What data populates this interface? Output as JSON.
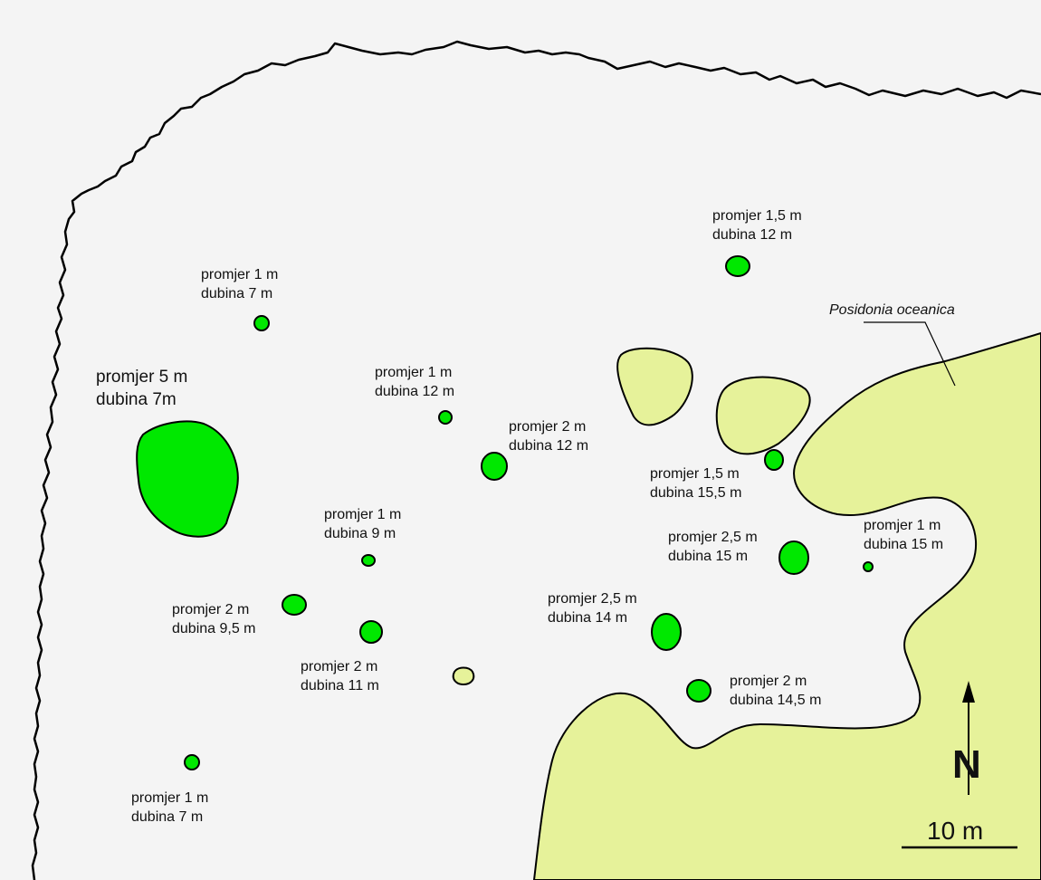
{
  "colors": {
    "sea": "#f4f4f4",
    "hole": "#00e800",
    "seagrass": "#e6f29a",
    "outline": "#000000"
  },
  "holes": [
    {
      "diameter": "promjer 5 m",
      "depth": "dubina 7m"
    },
    {
      "diameter": "promjer 1 m",
      "depth": "dubina 7 m"
    },
    {
      "diameter": "promjer 1 m",
      "depth": "dubina 12 m"
    },
    {
      "diameter": "promjer 2 m",
      "depth": "dubina 12 m"
    },
    {
      "diameter": "promjer 1 m",
      "depth": "dubina 9 m"
    },
    {
      "diameter": "promjer 2 m",
      "depth": "dubina 9,5 m"
    },
    {
      "diameter": "promjer 2 m",
      "depth": "dubina 11 m"
    },
    {
      "diameter": "promjer 1 m",
      "depth": "dubina 7 m"
    },
    {
      "diameter": "promjer 1,5 m",
      "depth": "dubina 12 m"
    },
    {
      "diameter": "promjer 1,5 m",
      "depth": "dubina 15,5 m"
    },
    {
      "diameter": "promjer 2,5 m",
      "depth": "dubina 15 m"
    },
    {
      "diameter": "promjer 1 m",
      "depth": "dubina 15 m"
    },
    {
      "diameter": "promjer 2,5 m",
      "depth": "dubina 14 m"
    },
    {
      "diameter": "promjer 2 m",
      "depth": "dubina 14,5 m"
    }
  ],
  "seagrass_label": "Posidonia oceanica",
  "scale_label": "10 m",
  "north_label": "N"
}
